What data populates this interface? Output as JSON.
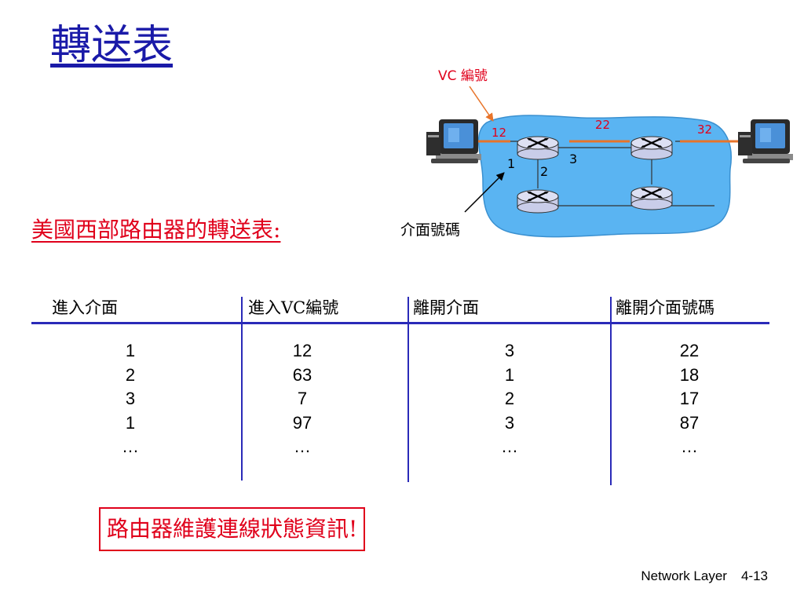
{
  "title": "轉送表",
  "subtitle": "美國西部路由器的轉送表:",
  "diagram": {
    "vc_label": "VC 編號",
    "interface_label": "介面號碼",
    "link_vc_numbers": [
      "12",
      "22",
      "32"
    ],
    "interface_numbers": [
      "1",
      "2",
      "3"
    ],
    "icons": [
      "host-computer-icon",
      "router-icon"
    ],
    "colors": {
      "link": "#e8742a",
      "cloud": "#5ab4f2",
      "router": "#c9cde9"
    }
  },
  "table": {
    "headers": [
      "進入介面",
      "進入VC編號",
      "離開介面",
      "離開介面號碼"
    ],
    "columns": [
      [
        "1",
        "2",
        "3",
        "1",
        "…"
      ],
      [
        "12",
        "63",
        "7",
        "97",
        "…"
      ],
      [
        "3",
        "1",
        "2",
        "3",
        "…"
      ],
      [
        "22",
        "18",
        "17",
        "87",
        "…"
      ]
    ]
  },
  "callout": "路由器維護連線狀態資訊!",
  "footer": {
    "chapter": "Network Layer",
    "page": "4-13"
  },
  "colors": {
    "title": "#1a1aa8",
    "accent_red": "#e0001b",
    "rule_blue": "#2a2ab8"
  }
}
